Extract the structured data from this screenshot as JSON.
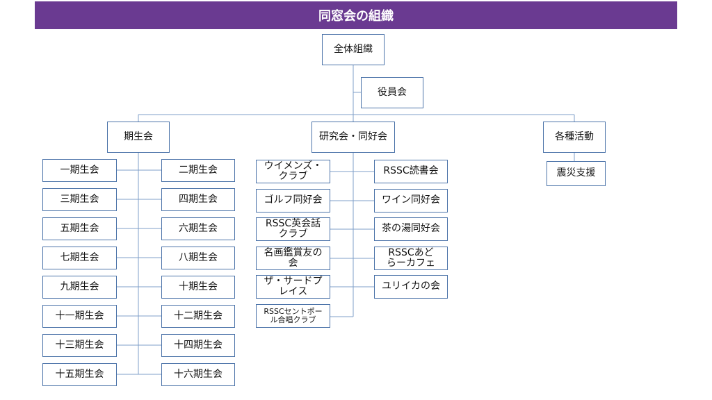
{
  "title": "同窓会の組織",
  "colors": {
    "header_bg": "#6a3a91",
    "box_border": "#4a72a8",
    "connector": "#7f9fc8"
  },
  "root": "全体組織",
  "officers": "役員会",
  "branches": {
    "cohort": {
      "label": "期生会",
      "left": [
        "一期生会",
        "三期生会",
        "五期生会",
        "七期生会",
        "九期生会",
        "十一期生会",
        "十三期生会",
        "十五期生会"
      ],
      "right": [
        "二期生会",
        "四期生会",
        "六期生会",
        "八期生会",
        "十期生会",
        "十二期生会",
        "十四期生会",
        "十六期生会"
      ]
    },
    "clubs": {
      "label": "研究会・同好会",
      "left": [
        "ウイメンズ・\nクラブ",
        "ゴルフ同好会",
        "RSSC英会話\nクラブ",
        "名画鑑賞友の\n会",
        "ザ・サードプ\nレイス",
        "RSSCセントポー\nル合唱クラブ"
      ],
      "right": [
        "RSSC読書会",
        "ワイン同好会",
        "茶の湯同好会",
        "RSSCあど\nらーカフェ",
        "ユリイカの会"
      ]
    },
    "activities": {
      "label": "各種活動",
      "children": [
        "震災支援"
      ]
    }
  }
}
